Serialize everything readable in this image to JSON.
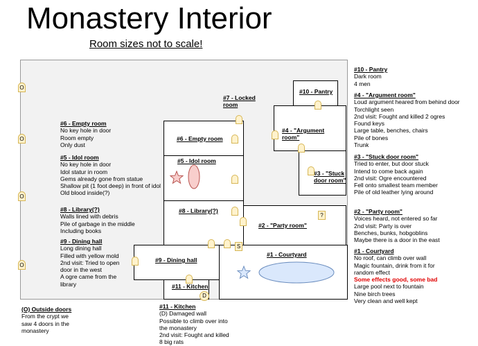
{
  "title": "Monastery Interior",
  "subtitle": "Room sizes not to scale!",
  "rooms": {
    "r1": "#1 - Courtyard",
    "r2": "#2 - \"Party room\"",
    "r3": "#3 - \"Stuck door room\"",
    "r4": "#4 - \"Argument room\"",
    "r5": "#5 - Idol room",
    "r6": "#6 - Empty room",
    "r7": "#7 - Locked room",
    "r8": "#8 - Library(?)",
    "r9": "#9 - Dining hall",
    "r10": "#10 - Pantry",
    "r11": "#11 - Kitchen"
  },
  "markers": {
    "outside": "O",
    "secret": "S",
    "unknown": "?",
    "damaged": "D"
  },
  "notes": {
    "n10": {
      "head": "#10 - Pantry",
      "lines": [
        "Dark room",
        "4 men"
      ]
    },
    "n4": {
      "head": "#4 - \"Argument room\"",
      "lines": [
        "Loud argument heared from behind door",
        "Torchlight seen",
        "2nd visit: Fought and killed 2 ogres",
        "Found keys",
        "Large table, benches, chairs",
        "Pile of bones",
        "Trunk"
      ]
    },
    "n3": {
      "head": "#3 - \"Stuck door room\"",
      "lines": [
        "Tried to enter, but door stuck",
        "Intend to come back again",
        "2nd visit: Ogre encountered",
        "Fell onto smallest team member",
        "Pile of old leather lying around"
      ]
    },
    "n2": {
      "head": "#2 - \"Party room\"",
      "lines": [
        "Voices heard, not entered so far",
        "2nd visit: Party is over",
        "Benches, bunks, hobgoblins",
        "Maybe there is a door in the east"
      ]
    },
    "n1": {
      "head": "#1 - Courtyard",
      "lines": [
        "No roof, can climb over wall",
        "Magic fountain, drink from it for",
        "random effect"
      ],
      "red": "Some effects good, some  bad",
      "lines2": [
        "Large pool next to fountain",
        "Nine birch trees",
        "Very clean and well kept"
      ]
    },
    "n6": {
      "head": "#6 - Empty room",
      "lines": [
        "No key hole in door",
        "Room empty",
        "Only dust"
      ]
    },
    "n5": {
      "head": "#5 - Idol room",
      "lines": [
        "No key hole in door",
        "Idol statur in room",
        "Gems already gone from statue",
        "Shallow pit (1 foot deep) in front of idol",
        "Old blood inside(?)"
      ]
    },
    "n8": {
      "head": "#8 - Library(?)",
      "lines": [
        "Walls lined with debris",
        "Pile of garbage in the middle",
        "Including books"
      ]
    },
    "n9": {
      "head": "#9 - Dining hall",
      "lines": [
        "Long dining hall",
        "Filled with yellow mold",
        "2nd visit: Tried to open",
        "door in the west",
        "A ogre came from the",
        "library"
      ]
    },
    "nO": {
      "head": "(O) Outside doors",
      "lines": [
        "From the crypt we",
        "saw 4 doors in the",
        "monastery"
      ]
    },
    "n11": {
      "head": "#11 - Kitchen",
      "lines": [
        "(D) Damaged wall",
        "Possible to climb over into",
        "the monastery",
        "2nd visit: Fought and killed",
        "8 big rats"
      ]
    }
  },
  "colors": {
    "fountain": "#dae8fc",
    "fountain_stroke": "#6c8ebf",
    "idol": "#f8cecc",
    "idol_stroke": "#b85450",
    "door_fill": "#fff2cc",
    "door_stroke": "#d6b656",
    "red_text": "#e00000"
  }
}
